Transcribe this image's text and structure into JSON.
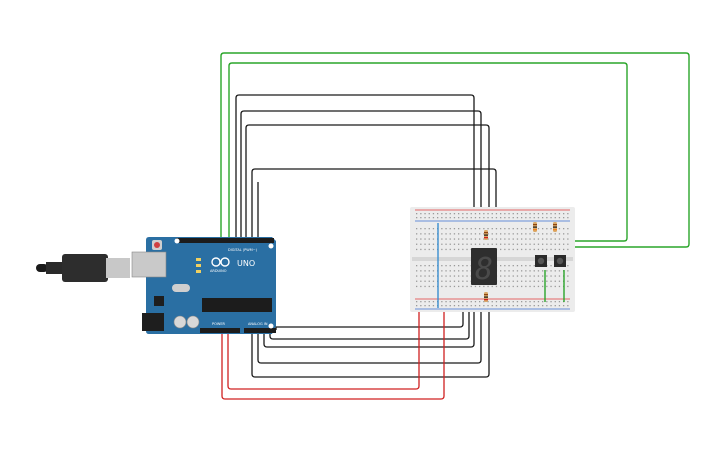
{
  "board": {
    "brand_text": "ARDUINO",
    "model_text": "UNO",
    "digital_header_text": "DIGITAL (PWM~)",
    "power_header_text": "POWER",
    "analog_header_text": "ANALOG IN",
    "body_color": "#2a6fa3",
    "infinity_logo_icon": "arduino-infinity-logo"
  },
  "breadboard": {
    "body_color": "#ececec",
    "rail_red_color": "#e03a3a",
    "rail_blue_color": "#3a6fd0"
  },
  "display": {
    "digit": "8",
    "segment_color": "#4a4a4a",
    "body_color": "#2e2e2e"
  },
  "wire_colors": {
    "green": "#2aa52a",
    "black": "#1a1a1a",
    "red": "#d02020",
    "blue": "#3a8fd0"
  },
  "components": {
    "resistor_count": 4,
    "pushbutton_count": 2,
    "usb_cable_icon": "usb-plug-icon",
    "reset_button_icon": "reset-button-icon",
    "power_jack_icon": "dc-jack-icon"
  }
}
